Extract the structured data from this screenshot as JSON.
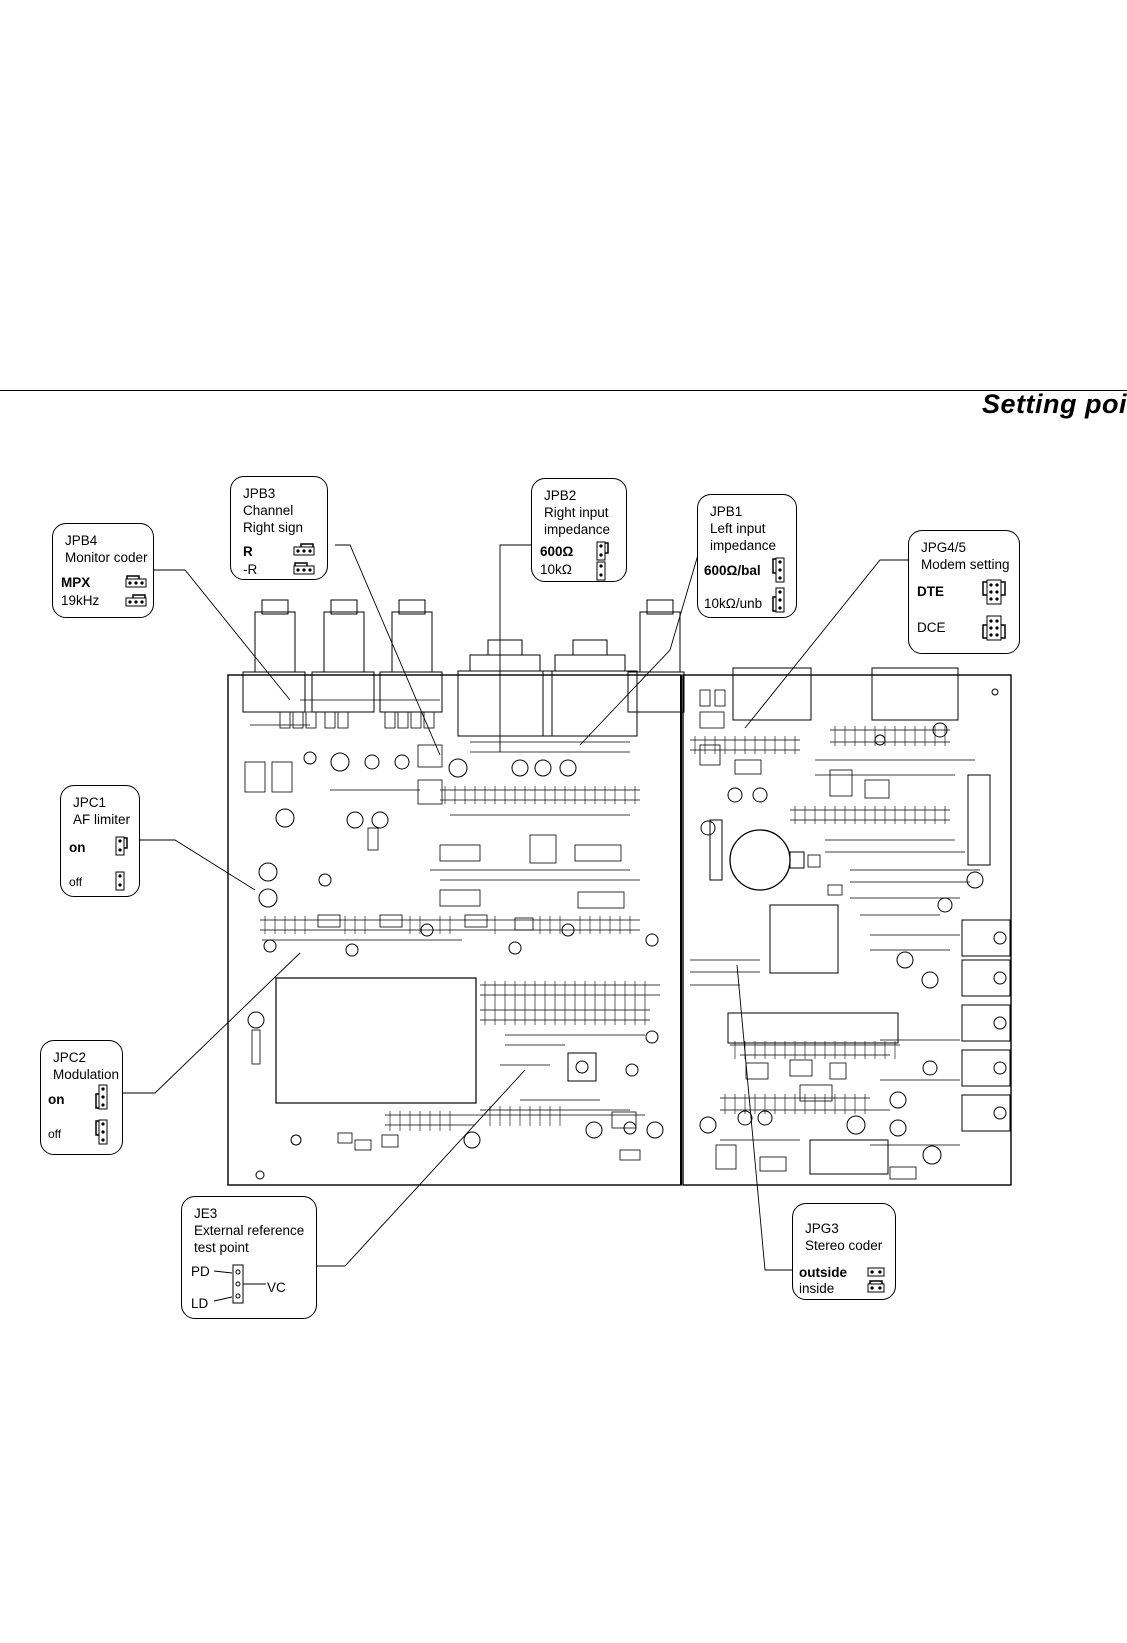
{
  "header": {
    "title": "Setting poi"
  },
  "callouts": {
    "jpb4": {
      "id": "JPB4",
      "desc1": "Monitor coder",
      "opt1": "MPX",
      "opt2": "19kHz"
    },
    "jpb3": {
      "id": "JPB3",
      "desc1": "Channel",
      "desc2": "Right sign",
      "opt1": "R",
      "opt2": "-R"
    },
    "jpb2": {
      "id": "JPB2",
      "desc1": "Right input",
      "desc2": "impedance",
      "opt1": "600Ω",
      "opt2": "10kΩ"
    },
    "jpb1": {
      "id": "JPB1",
      "desc1": "Left input",
      "desc2": "impedance",
      "opt1": "600Ω/bal",
      "opt2": "10kΩ/unb"
    },
    "jpg45": {
      "id": "JPG4/5",
      "desc1": "Modem setting",
      "opt1": "DTE",
      "opt2": "DCE"
    },
    "jpc1": {
      "id": "JPC1",
      "desc1": "AF limiter",
      "opt1": "on",
      "opt2": "off"
    },
    "jpc2": {
      "id": "JPC2",
      "desc1": "Modulation",
      "opt1": "on",
      "opt2": "off"
    },
    "je3": {
      "id": "JE3",
      "desc1": "External reference",
      "desc2": "test point",
      "pin1": "PD",
      "pin2": "LD",
      "pin3": "VC"
    },
    "jpg3": {
      "id": "JPG3",
      "desc1": "Stereo coder",
      "opt1": "outside",
      "opt2": "inside"
    }
  }
}
